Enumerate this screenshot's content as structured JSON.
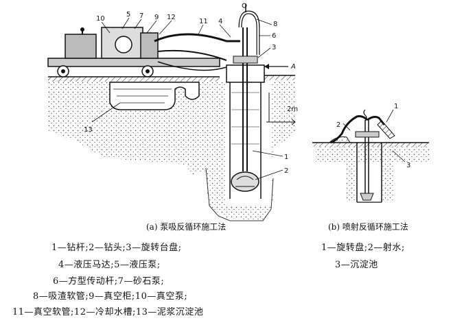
{
  "figure_a": {
    "callouts": [
      "10",
      "5",
      "7",
      "9",
      "12",
      "11",
      "4",
      "8",
      "6",
      "3",
      "A",
      "2m",
      "13",
      "1",
      "2"
    ],
    "caption": "(a) 泵吸反循环施工法",
    "legend": [
      "1—钻杆;2—钻头;3—旋转台盘;",
      "4—液压马达;5—液压泵;",
      "6—方型传动杆;7—砂石泵;",
      "8—吸渣软管;9—真空柜;10—真空泵;",
      "11—真空软管;12—冷却水槽;13—泥浆沉淀池"
    ]
  },
  "figure_b": {
    "callouts": [
      "1",
      "2",
      "3"
    ],
    "caption": "(b) 喷射反循环施工法",
    "legend": [
      "1—旋转盘;2—射水;",
      "3—沉淀池"
    ]
  }
}
